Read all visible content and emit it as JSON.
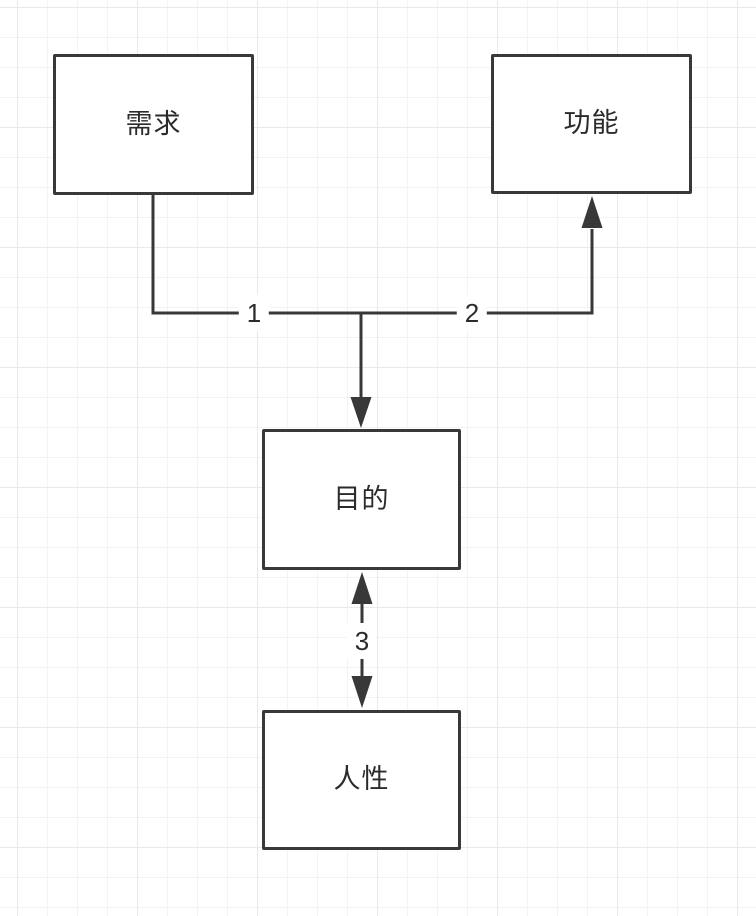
{
  "colors": {
    "stroke": "#383838",
    "text": "#2b2b2b",
    "node-fill": "#ffffff",
    "label-bg": "#ffffff",
    "grid-minor": "#f3f3f3",
    "grid-major": "#e9e9e9",
    "canvas-bg": "#ffffff"
  },
  "diagram": {
    "type": "flowchart",
    "nodes": [
      {
        "id": "demand",
        "label": "需求"
      },
      {
        "id": "function",
        "label": "功能"
      },
      {
        "id": "purpose",
        "label": "目的"
      },
      {
        "id": "human-nature",
        "label": "人性"
      }
    ],
    "edges": [
      {
        "id": "edge-1",
        "label": "1",
        "from": "需求",
        "to": "目的",
        "direction": "one-way",
        "arrow": "down"
      },
      {
        "id": "edge-2",
        "label": "2",
        "from": "目的",
        "to": "功能",
        "direction": "one-way",
        "arrow": "up"
      },
      {
        "id": "edge-3",
        "label": "3",
        "from": "目的",
        "to": "人性",
        "direction": "two-way",
        "arrow": "both"
      }
    ]
  }
}
